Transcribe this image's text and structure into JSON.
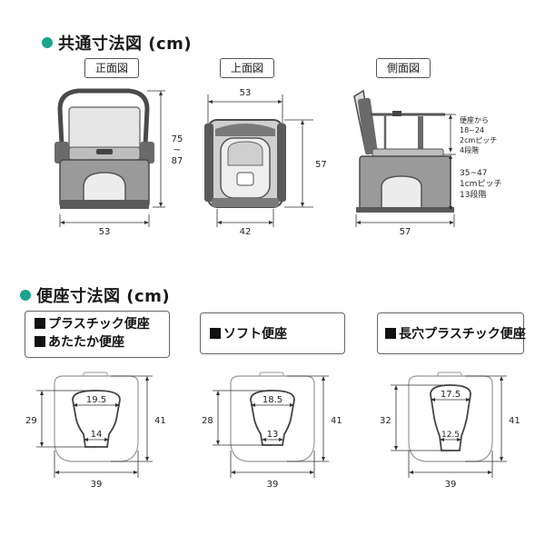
{
  "common_section": {
    "title": "共通寸法図 (cm)",
    "views": {
      "front": {
        "label": "正面図",
        "width": "53",
        "height_top": "75",
        "height_sep": "~",
        "height_bottom": "87"
      },
      "top": {
        "label": "上面図",
        "width": "53",
        "inner_width": "42",
        "depth": "57"
      },
      "side": {
        "label": "側面図",
        "depth": "57",
        "upper_note": [
          "便座から",
          "18~24",
          "2cmピッチ",
          "4段階"
        ],
        "lower_note": [
          "35~47",
          "1cmピッチ",
          "13段階"
        ]
      }
    }
  },
  "seat_section": {
    "title": "便座寸法図 (cm)",
    "seats": [
      {
        "lines": [
          "プラスチック便座",
          "あたたか便座"
        ],
        "hole_top": "19.5",
        "hole_bottom": "14",
        "hole_height": "29",
        "width": "39",
        "length": "41"
      },
      {
        "lines": [
          "ソフト便座"
        ],
        "hole_top": "18.5",
        "hole_bottom": "13",
        "hole_height": "28",
        "width": "39",
        "length": "41"
      },
      {
        "lines": [
          "長穴プラスチック便座"
        ],
        "hole_top": "17.5",
        "hole_bottom": "12.5",
        "hole_height": "32",
        "width": "39",
        "length": "41"
      }
    ]
  },
  "colors": {
    "accent_dot": "#1aa58c",
    "product_dark": "#4a4a4a",
    "product_mid": "#8a8a8a",
    "product_light": "#d9d9d9"
  }
}
